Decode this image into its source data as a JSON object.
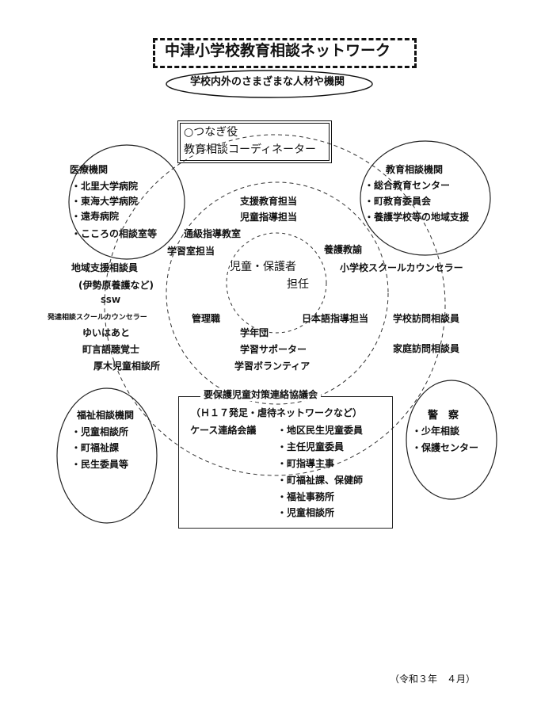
{
  "title": "中津小学校教育相談ネットワーク",
  "subtitle": "学校内外のさまざまな人材や機関",
  "coordinator": {
    "line1": "○つなぎ役",
    "line2": "教育相談コーディネーター"
  },
  "center": {
    "line1": "児童・保護者",
    "line2": "担任"
  },
  "medical": {
    "heading": "医療機関",
    "items": [
      "・北里大学病院",
      "・東海大学病院",
      "・遠寿病院",
      "・こころの相談室等"
    ]
  },
  "education_agency": {
    "heading": "教育相談機関",
    "items": [
      "・総合教育センター",
      "・町教育委員会",
      "・養護学校等の地域支援"
    ]
  },
  "welfare": {
    "heading": "福祉相談機関",
    "items": [
      "・児童相談所",
      "・町福祉課",
      "・民生委員等"
    ]
  },
  "police": {
    "heading": "警　察",
    "items": [
      "・少年相談",
      "・保護センター"
    ]
  },
  "inner_roles": {
    "shien": "支援教育担当",
    "jido_shido": "児童指導担当",
    "tsukyu": "通級指導教室",
    "gakushushitsu": "学習室担当",
    "yogo": "養護教諭",
    "kanri": "管理職",
    "nihongo": "日本語指導担当",
    "gakunendan": "学年団",
    "supporter": "学習サポーター",
    "volunteer": "学習ボランティア"
  },
  "outer_roles": {
    "chiiki_shien": "地域支援相談員",
    "isehara": "(伊勢原養護など)",
    "ssw": "SSW",
    "hattatsu": "発達相談スクールカウンセラー",
    "yuiheart": "ゆいはあと",
    "gengo": "町言語聴覚士",
    "atsugi": "厚木児童相談所",
    "counselor": "小学校スクールカウンセラー",
    "gakko_homon": "学校訪問相談員",
    "katei_homon": "家庭訪問相談員"
  },
  "council": {
    "heading": "要保護児童対策連絡協議会",
    "subheading": "（Ｈ１７発足・虐待ネットワークなど）",
    "case_meeting": "ケース連絡会議",
    "items": [
      "・地区民生児童委員",
      "・主任児童委員",
      "・町指導主事",
      "・町福祉課、保健師",
      "・福祉事務所",
      "・児童相談所"
    ]
  },
  "footer_date": "（令和３年　４月）"
}
